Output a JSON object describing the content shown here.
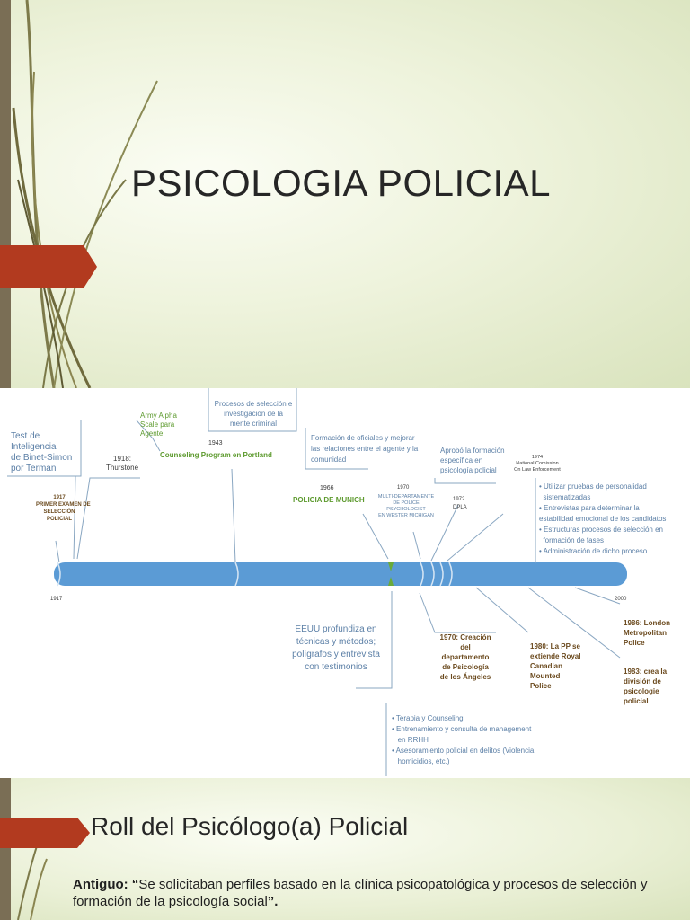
{
  "slide1": {
    "title": "PSICOLOGIA POLICIAL"
  },
  "slide2": {
    "timeline": {
      "start_year": "1917",
      "end_year": "2000"
    },
    "labels": {
      "test_inteligencia": [
        "Test de",
        "Inteligencia",
        "de Binet-Simon",
        "por Terman"
      ],
      "y1917_title": "1917",
      "y1917_text": [
        "PRIMER EXAMEN DE",
        "SELECCIÓN",
        "POLICIAL"
      ],
      "army_alpha": [
        "Army Alpha",
        "Scale para",
        "Agente"
      ],
      "y1918": [
        "1918:",
        "Thurstone"
      ],
      "procesos_sel": [
        "Procesos de selección e",
        "investigación de la",
        "mente criminal"
      ],
      "y1943": "1943",
      "counseling_program": "Counseling Program en Portland",
      "formacion_oficiales": [
        "Formación de oficiales y mejorar",
        "las relaciones entre el agente y la",
        "comunidad"
      ],
      "y1966": "1966",
      "policia_munich": "POLICIA DE MUNICH",
      "y1970": "1970",
      "multi_dept": [
        "MULTI-DEPARTAMENTE",
        "DE POLICE",
        "PSYCHOLOGIST",
        "EN WESTER MICHIGAN"
      ],
      "aprobo": [
        "Aprobó la formación",
        "específica en",
        "psicología policial"
      ],
      "y1972": [
        "1972",
        "DPLA"
      ],
      "y1974": [
        "1974",
        "National Comission",
        "On Law Enforcement"
      ],
      "bullets_1974": [
        "Utilizar pruebas de personalidad",
        "sistematizadas",
        "Entrevistas para determinar la",
        "estabilidad emocional de los candidatos",
        "Estructuras procesos de selección en",
        "formación de fases",
        "Administración de dicho proceso"
      ],
      "eeuu": [
        "EEUU profundiza en",
        "técnicas y métodos;",
        "polígrafos y entrevista",
        "con testimonios"
      ],
      "y1970_creacion": [
        "1970: Creación",
        "del",
        "departamento",
        "de Psicología",
        "de los Ángeles"
      ],
      "y1980": [
        "1980: La PP se",
        "extiende Royal",
        "Canadian",
        "Mounted",
        "Police"
      ],
      "y1986": [
        "1986: London",
        "Metropolitan",
        "Police"
      ],
      "y1983": [
        "1983: crea la",
        "división de",
        "psicologie",
        "policial"
      ],
      "bullets_bottom": [
        "Terapia y Counseling",
        "Entrenamiento y consulta de management",
        "en RRHH",
        "Asesoramiento policial en delitos (Violencia,",
        "homicidios, etc.)"
      ]
    }
  },
  "slide3": {
    "title": "Roll del Psicólogo(a) Policial",
    "label": "Antiguo:",
    "quote_open": " “",
    "text": "Se solicitaban perfiles basado en la clínica psicopatológica y procesos de selección y formación de la psicología social",
    "quote_close": "”."
  }
}
